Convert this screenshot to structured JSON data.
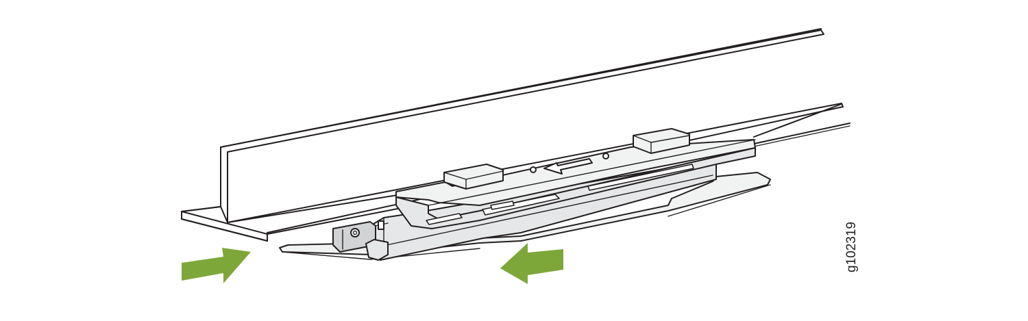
{
  "figure": {
    "figure_id": "g102319",
    "arrow_color": "#7ea73a",
    "line_color": "#231f20",
    "metal_fill": "#e6e7e8",
    "parts": {
      "rail": "angle-rail",
      "slide": "sliding-bracket-assembly",
      "arrows": [
        "push-right-arrow",
        "push-left-arrow",
        "embossed-direction-arrow"
      ]
    }
  }
}
